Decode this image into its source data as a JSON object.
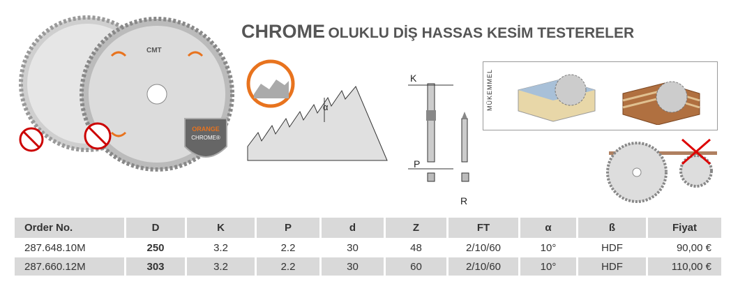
{
  "title": {
    "brand": "CHROME",
    "rest": "OLUKLU DİŞ HASSAS KESİM TESTERELER"
  },
  "images": {
    "blade_logo": "CMT",
    "badge_line1": "ORANGE",
    "badge_line2": "CHROME®"
  },
  "diagram": {
    "alpha": "α",
    "k": "K",
    "p": "P",
    "r": "R"
  },
  "materials": {
    "label": "MÜKEMMEL"
  },
  "table": {
    "headers": [
      "Order No.",
      "D",
      "K",
      "P",
      "d",
      "Z",
      "FT",
      "α",
      "ß",
      "Fiyat"
    ],
    "rows": [
      [
        "287.648.10M",
        "250",
        "3.2",
        "2.2",
        "30",
        "48",
        "2/10/60",
        "10°",
        "HDF",
        "90,00 €"
      ],
      [
        "287.660.12M",
        "303",
        "3.2",
        "2.2",
        "30",
        "60",
        "2/10/60",
        "10°",
        "HDF",
        "110,00 €"
      ]
    ]
  },
  "colors": {
    "orange": "#e8731e",
    "header_bg": "#d9d9d9",
    "title": "#555555"
  }
}
